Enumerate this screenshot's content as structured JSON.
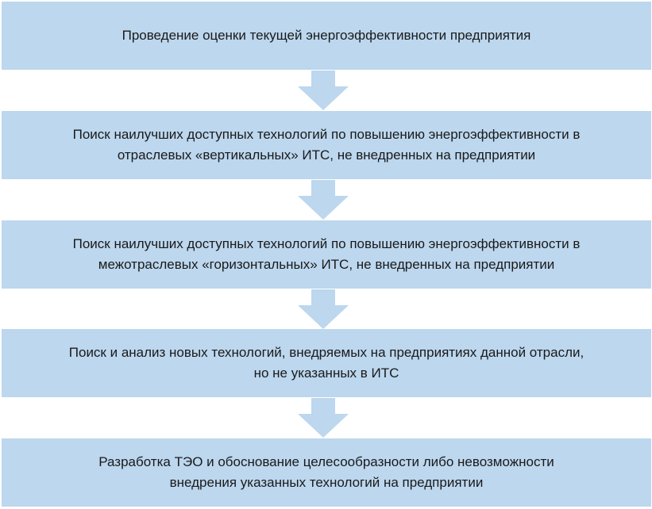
{
  "steps": [
    {
      "line1": "Проведение оценки текущей энергоэффективности предприятия",
      "line2": ""
    },
    {
      "line1": "Поиск наилучших доступных технологий по повышению энергоэффективности в",
      "line2": "отраслевых «вертикальных» ИТС, не внедренных на предприятии"
    },
    {
      "line1": "Поиск наилучших доступных технологий по повышению энергоэффективности в",
      "line2": "межотраслевых «горизонтальных» ИТС, не внедренных на предприятии"
    },
    {
      "line1": "Поиск и анализ новых технологий, внедряемых на предприятиях данной отрасли,",
      "line2": "но не указанных в ИТС"
    },
    {
      "line1": "Разработка ТЭО и обоснование целесообразности либо невозможности",
      "line2": "внедрения указанных технологий на предприятии"
    }
  ],
  "colors": {
    "box_fill": "#bcd7ee",
    "arrow_fill": "#bcd7ee",
    "text": "#1a1a1a"
  }
}
